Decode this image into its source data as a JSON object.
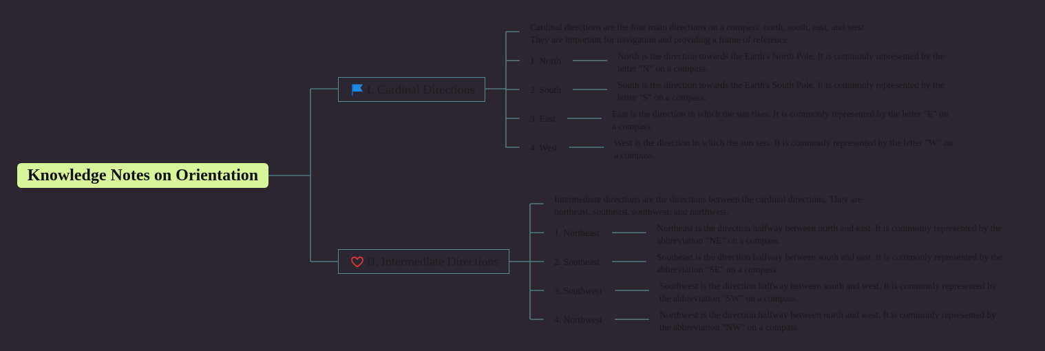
{
  "root": {
    "title": "Knowledge Notes on Orientation"
  },
  "colors": {
    "background": "#2b2630",
    "root_fill": "#d9f499",
    "connector": "#5d8a92",
    "flag": "#1e88e5",
    "heart": "#e53935"
  },
  "branches": [
    {
      "title": "I. Cardinal Directions",
      "icon": "flag-icon",
      "summary": "Cardinal directions are the four main directions on a compass: north, south, east, and west. They are important for navigation and providing a frame of reference.",
      "items": [
        {
          "label": "1. North",
          "text": "North is the direction towards the Earth's North Pole. It is commonly represented by the letter \"N\" on a compass."
        },
        {
          "label": "2. South",
          "text": "South is the direction towards the Earth's South Pole. It is commonly represented by the letter \"S\" on a compass."
        },
        {
          "label": "3. East",
          "text": "East is the direction in which the sun rises. It is commonly represented by the letter \"E\" on a compass."
        },
        {
          "label": "4. West",
          "text": "West is the direction in which the sun sets. It is commonly represented by the letter \"W\" on a compass."
        }
      ]
    },
    {
      "title": "II. Intermediate Directions",
      "icon": "heart-icon",
      "summary": "Intermediate directions are the directions between the cardinal directions. They are northeast, southeast, southwest, and northwest.",
      "items": [
        {
          "label": "1. Northeast",
          "text": "Northeast is the direction halfway between north and east. It is commonly represented by the abbreviation \"NE\" on a compass."
        },
        {
          "label": "2. Southeast",
          "text": "Southeast is the direction halfway between south and east. It is commonly represented by the abbreviation \"SE\" on a compass."
        },
        {
          "label": "3. Southwest",
          "text": "Southwest is the direction halfway between south and west. It is commonly represented by the abbreviation \"SW\" on a compass."
        },
        {
          "label": "4. Northwest",
          "text": "Northwest is the direction halfway between north and west. It is commonly represented by the abbreviation \"NW\" on a compass."
        }
      ]
    }
  ]
}
